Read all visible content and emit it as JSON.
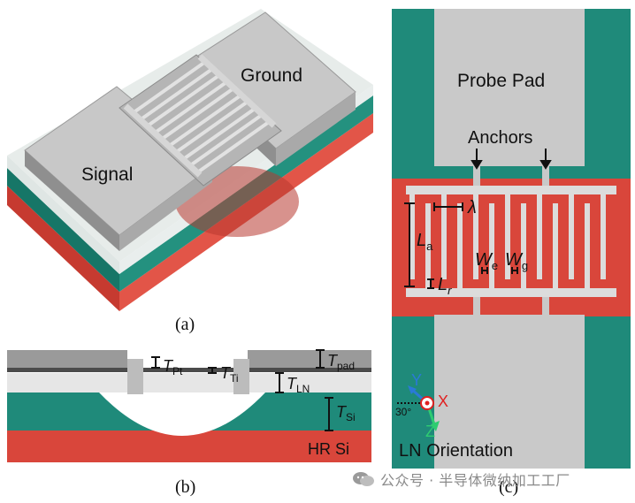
{
  "panel_a": {
    "caption": "(a)",
    "signal_label": "Signal",
    "ground_label": "Ground"
  },
  "panel_b": {
    "caption": "(b)",
    "t_pt": "T",
    "t_pt_sub": "Pt",
    "t_ti": "T",
    "t_ti_sub": "Ti",
    "t_pad": "T",
    "t_pad_sub": "pad",
    "t_ln": "T",
    "t_ln_sub": "LN",
    "t_si": "T",
    "t_si_sub": "Si",
    "hr_si": "HR Si"
  },
  "panel_c": {
    "caption": "(c)",
    "probe_pad": "Probe Pad",
    "anchors": "Anchors",
    "lambda": "λ",
    "la": "L",
    "la_sub": "a",
    "lr": "L",
    "lr_sub": "r",
    "we": "W",
    "we_sub": "e",
    "wg": "W",
    "wg_sub": "g",
    "axis_y": "Y",
    "axis_x": "X",
    "axis_z": "Z",
    "angle": "30°",
    "ln_orientation": "LN Orientation"
  },
  "watermark": {
    "text": "公众号 · 半导体微纳加工工厂"
  },
  "colors": {
    "teal": "#1f8a7a",
    "red": "#d9463b",
    "pad_gray": "#c9c9c9",
    "dark_gray": "#5a5a5a"
  }
}
